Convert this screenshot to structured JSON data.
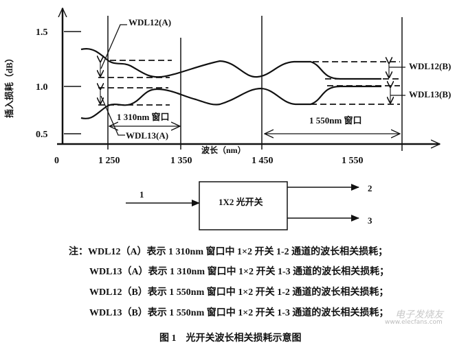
{
  "chart": {
    "y_axis_label": "插入损耗（dB）",
    "x_axis_label": "波长（nm）",
    "origin_label": "0",
    "y_ticks": [
      "1.5",
      "1.0",
      "0.5"
    ],
    "x_ticks": [
      "1 250",
      "1 350",
      "1 450",
      "1 550"
    ],
    "annotations": {
      "wdl12a": "WDL12(A)",
      "wdl13a": "WDL13(A)",
      "wdl12b": "WDL12(B)",
      "wdl13b": "WDL13(B)",
      "window_1310": "1 310nm 窗口",
      "window_1550": "1 550nm 窗口"
    }
  },
  "block": {
    "box_label": "1X2 光开关",
    "input_port": "1",
    "output_port_2": "2",
    "output_port_3": "3"
  },
  "notes": [
    "注：WDL12（A）表示 1 310nm 窗口中 1×2 开关 1-2 通道的波长相关损耗；",
    "WDL13（A）表示 1 310nm 窗口中 1×2 开关 1-3 通道的波长相关损耗；",
    "WDL12（B）表示 1 550nm 窗口中 1×2 开关 1-2 通道的波长相关损耗；",
    "WDL13（B）表示 1 550nm 窗口中 1×2 开关 1-3 通道的波长相关损耗；"
  ],
  "caption": "图 1　光开关波长相关损耗示意图",
  "watermark": {
    "logo_text": "电子发烧友",
    "site": "www.elecfans.com"
  }
}
